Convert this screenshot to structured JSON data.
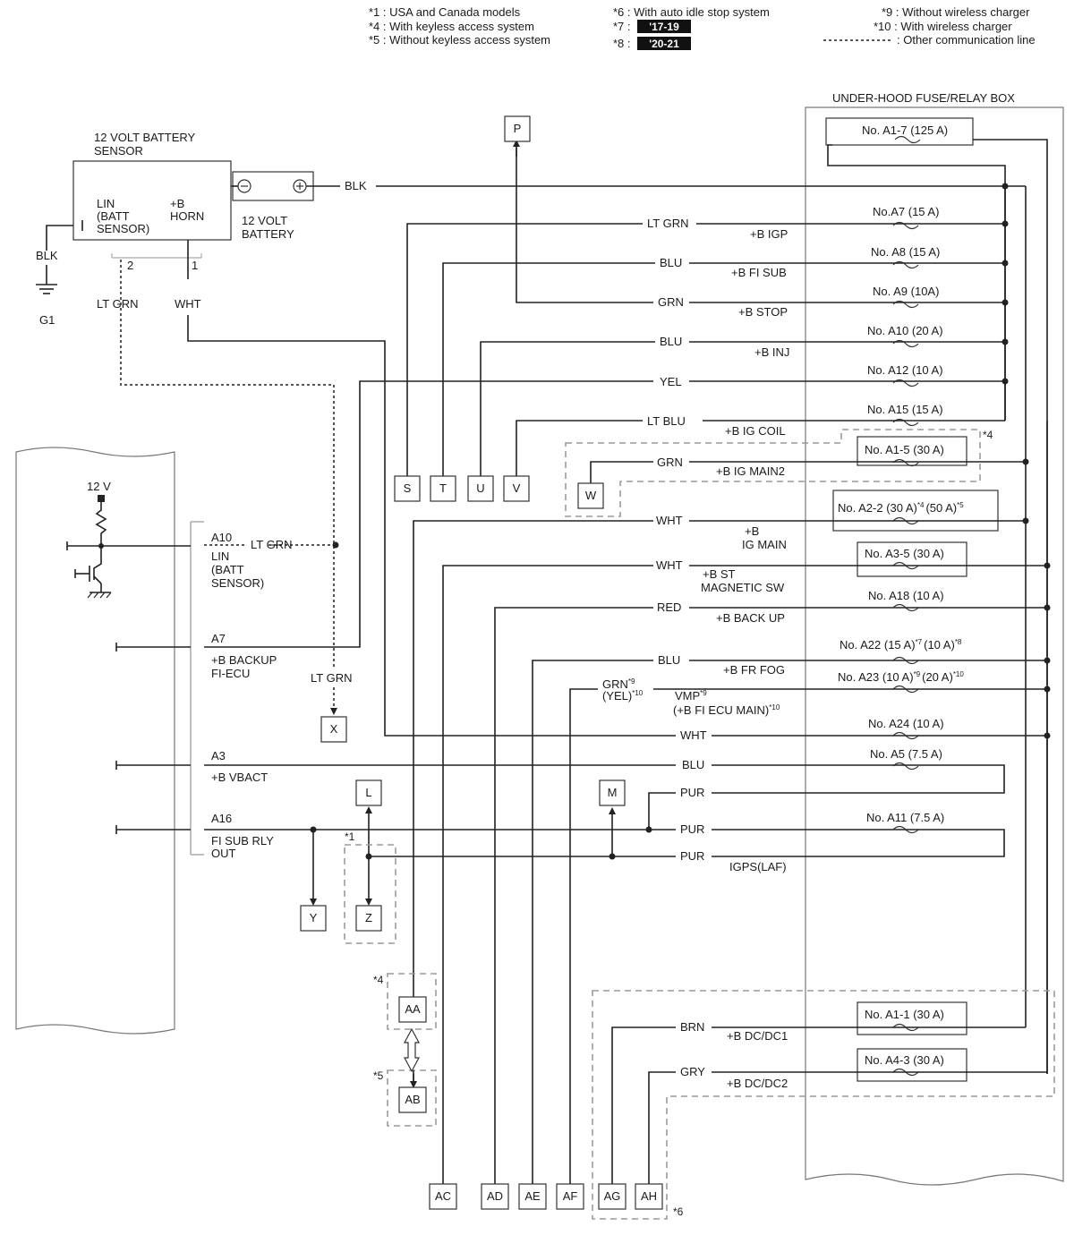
{
  "legend": {
    "n1": "*1 : USA and Canada models",
    "n4": "*4 : With keyless access system",
    "n5": "*5 : Without keyless access system",
    "n6": "*6 : With auto idle stop system",
    "n7": "*7 :",
    "n7_badge": "'17-19",
    "n8": "*8 :",
    "n8_badge": "'20-21",
    "n9": "*9 : Without wireless charger",
    "n10": "*10 : With wireless charger",
    "n11": ": Other communication line"
  },
  "battery": {
    "sensor_title_1": "12 VOLT BATTERY",
    "sensor_title_2": "SENSOR",
    "lin_1": "LIN",
    "lin_2": "(BATT",
    "lin_3": "SENSOR)",
    "bh_1": "+B",
    "bh_2": "HORN",
    "batt_1": "12 VOLT",
    "batt_2": "BATTERY",
    "blk": "BLK",
    "blk2": "BLK",
    "g1": "G1",
    "pin2": "2",
    "pin1": "1",
    "ltgrn": "LT GRN",
    "wht": "WHT"
  },
  "fusebox": {
    "title": "UNDER-HOOD FUSE/RELAY BOX",
    "fuses": {
      "a17": "No. A1-7 (125 A)",
      "a7": "No.A7 (15 A)",
      "a8": "No. A8 (15 A)",
      "a9": "No. A9 (10A)",
      "a10": "No. A10 (20 A)",
      "a12": "No. A12 (10 A)",
      "a15": "No. A15 (15 A)",
      "a15x": "No. A1-5 (30 A)",
      "a22x": "No. A2-2 (30 A)",
      "a22x_s1": "*4",
      "a22x_b": "(50 A)",
      "a22x_s2": "*5",
      "a35": "No. A3-5 (30 A)",
      "a18": "No. A18 (10 A)",
      "a22": "No. A22 (15 A)",
      "a22_s1": "*7",
      "a22_b": "(10 A)",
      "a22_s2": "*8",
      "a23": "No. A23 (10 A)",
      "a23_s1": "*9",
      "a23_b": "(20 A)",
      "a23_s2": "*10",
      "a24": "No. A24 (10 A)",
      "a5": "No. A5 (7.5 A)",
      "a11": "No. A11 (7.5 A)",
      "a11x": "No. A1-1 (30 A)",
      "a43": "No. A4-3 (30 A)"
    }
  },
  "wires": {
    "ltgrn1": "LT GRN",
    "igp": "+B IGP",
    "blu1": "BLU",
    "fisub": "+B FI SUB",
    "grn1": "GRN",
    "stop": "+B STOP",
    "blu2": "BLU",
    "inj": "+B INJ",
    "yel": "YEL",
    "ltblu": "LT BLU",
    "igcoil": "+B IG COIL",
    "grn2": "GRN",
    "igmain2": "+B IG MAIN2",
    "wht1": "WHT",
    "igmain_1": "+B",
    "igmain_2": "IG MAIN",
    "wht2": "WHT",
    "st_1": "+B ST",
    "st_2": "MAGNETIC SW",
    "red": "RED",
    "backup": "+B BACK UP",
    "blu3": "BLU",
    "frfog": "+B FR FOG",
    "grn9": "GRN",
    "grn9_s": "*9",
    "yel10": "(YEL)",
    "yel10_s": "*10",
    "vmp": "VMP",
    "vmp_s": "*9",
    "fiecu": "(+B FI ECU MAIN)",
    "fiecu_s": "*10",
    "wht3": "WHT",
    "blu4": "BLU",
    "pur1": "PUR",
    "pur2": "PUR",
    "pur3": "PUR",
    "igps": "IGPS(LAF)",
    "brn": "BRN",
    "dcdc1": "+B DC/DC1",
    "gry": "GRY",
    "dcdc2": "+B DC/DC2"
  },
  "ecu": {
    "v12": "12 V",
    "a10": "A10",
    "ltgrn": "LT GRN",
    "lin": "LIN",
    "batt": "(BATT",
    "sensor": "SENSOR)",
    "a7": "A7",
    "bbackup": "+B BACKUP",
    "fiecu": "FI-ECU",
    "a3": "A3",
    "vbact": "+B VBACT",
    "a16": "A16",
    "fisub": "FI SUB RLY",
    "out": "OUT",
    "ltgrn2": "LT GRN"
  },
  "notes": {
    "n4": "*4",
    "n1": "*1",
    "n4b": "*4",
    "n5": "*5",
    "n6": "*6"
  },
  "connectors": {
    "P": "P",
    "S": "S",
    "T": "T",
    "U": "U",
    "V": "V",
    "W": "W",
    "X": "X",
    "L": "L",
    "M": "M",
    "Y": "Y",
    "Z": "Z",
    "AA": "AA",
    "AB": "AB",
    "AC": "AC",
    "AD": "AD",
    "AE": "AE",
    "AF": "AF",
    "AG": "AG",
    "AH": "AH"
  }
}
